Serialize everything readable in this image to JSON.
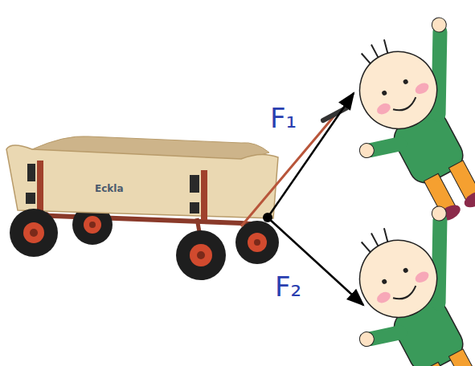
{
  "diagram": {
    "labels": [
      "Eckla",
      "F₁",
      "F₂"
    ]
  }
}
